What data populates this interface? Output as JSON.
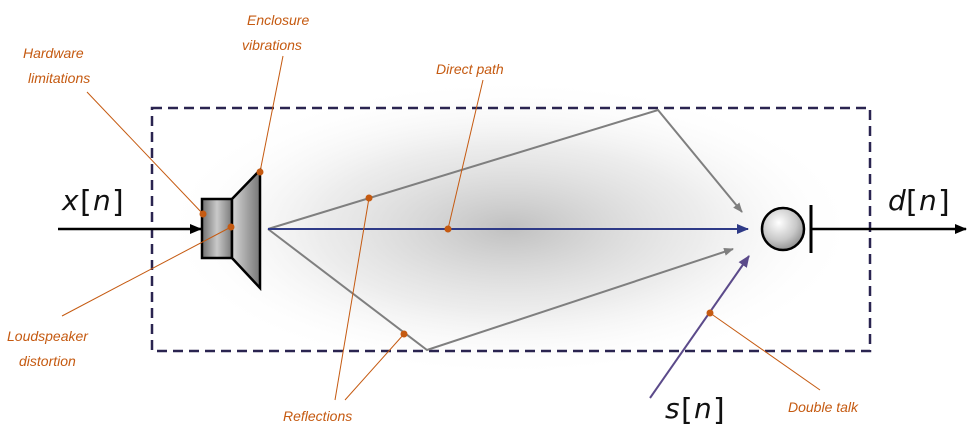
{
  "annotations": {
    "enclosure_line1": "Enclosure",
    "enclosure_line2": "vibrations",
    "hardware_line1": "Hardware",
    "hardware_line2": "limitations",
    "direct_path": "Direct path",
    "loudspeaker_line1": "Loudspeaker",
    "loudspeaker_line2": "distortion",
    "reflections": "Reflections",
    "double_talk": "Double talk"
  },
  "signals": {
    "input_var": "x",
    "input_idx": "n",
    "output_var": "d",
    "output_idx": "n",
    "near_var": "s",
    "near_idx": "n"
  },
  "colors": {
    "annotation": "#c55a11",
    "direct_path": "#2e3a87",
    "reflection": "#7f7f7f",
    "double_talk": "#5b4a8a",
    "room_border": "#2a2450"
  }
}
